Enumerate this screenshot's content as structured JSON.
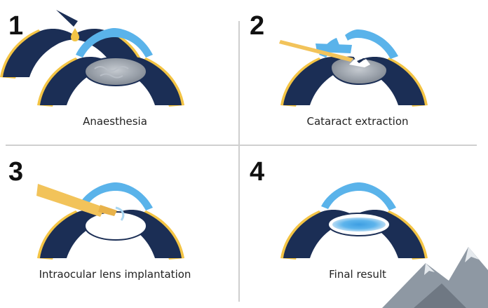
{
  "steps": [
    {
      "number": "1",
      "caption": "Anaesthesia"
    },
    {
      "number": "2",
      "caption": "Cataract extraction"
    },
    {
      "number": "3",
      "caption": "Intraocular lens implantation"
    },
    {
      "number": "4",
      "caption": "Final result"
    }
  ],
  "colors": {
    "navy": "#1b2e55",
    "yellow": "#f3c445",
    "cornea": "#5ab3ea",
    "lens_gray": "#9aa1aa",
    "iol_blue": "#4aa8e6",
    "tool": "#f2c35a",
    "divider": "#cfcfcf",
    "mountain": "#8e98a3"
  },
  "icons": [
    "dropper-icon",
    "mountain-watermark-icon"
  ]
}
